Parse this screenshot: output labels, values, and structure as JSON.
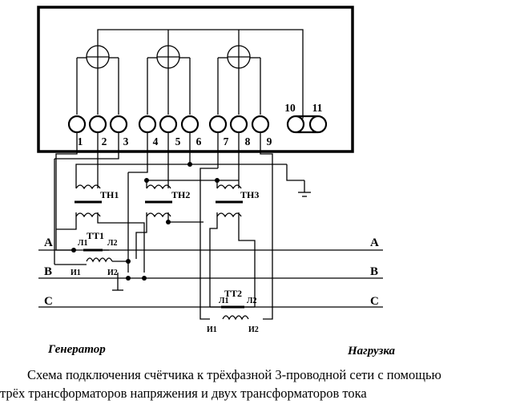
{
  "terminals": [
    "1",
    "2",
    "3",
    "4",
    "5",
    "6",
    "7",
    "8",
    "9",
    "10",
    "11"
  ],
  "voltage_transformers": [
    "ТН1",
    "ТН2",
    "ТН3"
  ],
  "current_transformers": [
    "ТТ1",
    "ТТ2"
  ],
  "ct_taps": {
    "l1": "Л1",
    "l2": "Л2",
    "i1": "И1",
    "i2": "И2"
  },
  "phases": {
    "left": [
      "A",
      "B",
      "C"
    ],
    "right": [
      "A",
      "B",
      "C"
    ]
  },
  "side_labels": {
    "generator": "Генератор",
    "load": "Нагрузка"
  },
  "caption": {
    "line1": "Схема подключения счётчика к трёхфазной 3-проводной сети с помощью",
    "line2": "трёх трансформаторов напряжения и двух трансформаторов тока"
  }
}
